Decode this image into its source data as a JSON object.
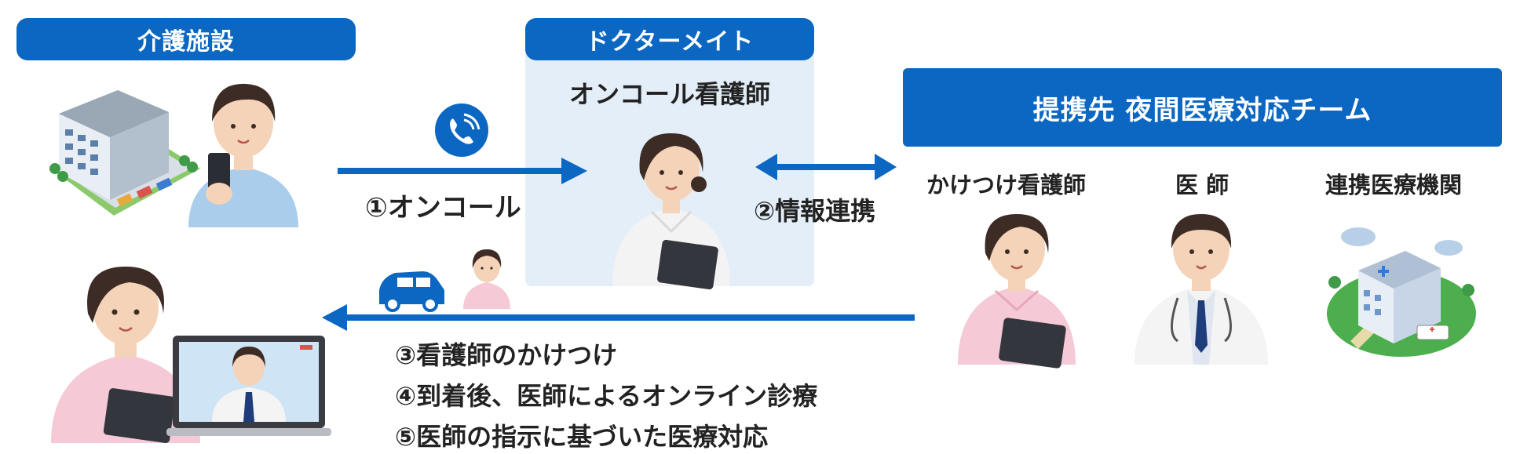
{
  "facility": {
    "title": "介護施設"
  },
  "doctormate": {
    "title": "ドクターメイト",
    "subtitle": "オンコール看護師"
  },
  "partner": {
    "title": "提携先 夜間医療対応チーム",
    "members": [
      {
        "label": "かけつけ看護師"
      },
      {
        "label": "医 師"
      },
      {
        "label": "連携医療機関"
      }
    ]
  },
  "flow": {
    "step1": "①オンコール",
    "step2": "②情報連携",
    "steps_back": [
      "③看護師のかけつけ",
      "④到着後、医師によるオンライン診療",
      "⑤医師の指示に基づいた医療対応"
    ]
  },
  "colors": {
    "accent": "#0b67c2",
    "panel": "#e4eef8",
    "scrub_blue": "#a9cdeb",
    "scrub_pink": "#f6c9d6"
  },
  "icons": [
    "building-icon",
    "phone-icon",
    "car-icon",
    "ambulance-icon",
    "laptop-icon"
  ]
}
